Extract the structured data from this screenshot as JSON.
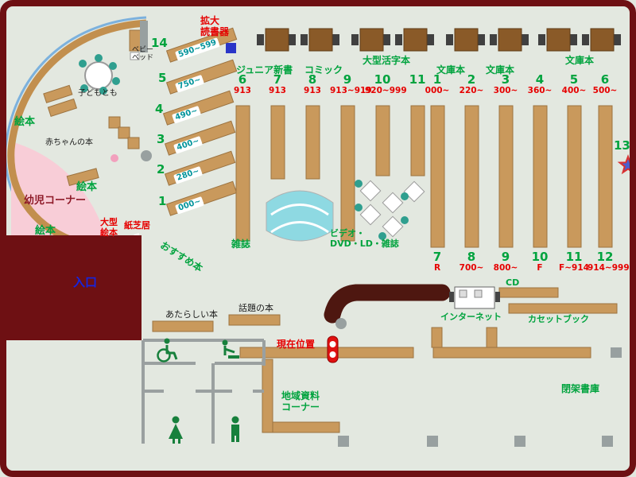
{
  "labels": {
    "magnifier_reader": "拡大\n読書器",
    "junior_shinsho": "ジュニア新書",
    "comic": "コミック",
    "large_print": "大型活字本",
    "bunko": [
      "文庫本",
      "文庫本",
      "文庫本"
    ],
    "ehon": [
      "絵本",
      "絵本",
      "絵本"
    ],
    "baby_bed": "ベビー\nベッド",
    "kodomo_tomo": "子どもとも",
    "akachan_hon": "赤ちゃんの本",
    "yoji_corner": "幼児コーナー",
    "ogata_ehon": "大型\n絵本",
    "kamishibai": "紙芝居",
    "osusume_hon": "おすすめ本",
    "zasshi": "雑誌",
    "video_dvd": "ビデオ・\nDVD・LD・雑誌",
    "entrance": "入口",
    "atarashii_hon": "あたらしい本",
    "wadai_hon": "話題の本",
    "genzai_ichi": "現在位置",
    "chiiki_shiryo": "地域資料\nコーナー",
    "internet": "インターネット",
    "cd": "CD",
    "cassette_book": "カセットブック",
    "heika_shoko": "閉架書庫",
    "thirteen": "13"
  },
  "shelves": {
    "diagonal": [
      {
        "no": "14",
        "range": "590~599"
      },
      {
        "no": "5",
        "range": "750~"
      },
      {
        "no": "4",
        "range": "490~"
      },
      {
        "no": "3",
        "range": "400~"
      },
      {
        "no": "2",
        "range": "280~"
      },
      {
        "no": "1",
        "range": "000~"
      }
    ],
    "left_top": [
      {
        "no": "6",
        "range": "913"
      },
      {
        "no": "7",
        "range": "913"
      },
      {
        "no": "8",
        "range": "913"
      },
      {
        "no": "9",
        "range": "913~919"
      },
      {
        "no": "10",
        "range": "920~999"
      },
      {
        "no": "11",
        "range": ""
      }
    ],
    "right_top": [
      {
        "no": "1",
        "range": "000~"
      },
      {
        "no": "2",
        "range": "220~"
      },
      {
        "no": "3",
        "range": "300~"
      },
      {
        "no": "4",
        "range": "360~"
      },
      {
        "no": "5",
        "range": "400~"
      },
      {
        "no": "6",
        "range": "500~"
      }
    ],
    "right_bottom": [
      {
        "no": "7",
        "range": "R"
      },
      {
        "no": "8",
        "range": "700~"
      },
      {
        "no": "9",
        "range": "800~"
      },
      {
        "no": "10",
        "range": "F"
      },
      {
        "no": "11",
        "range": "F~914"
      },
      {
        "no": "12",
        "range": "914~999"
      }
    ]
  },
  "colors": {
    "wall_maroon": "#6e1013",
    "shelf_tan": "#c9995c",
    "accent_green": "#00a33e",
    "accent_red": "#e60000",
    "infant_area_pink": "#f8cdd7",
    "bench_cyan": "#8ed9e2",
    "entrance_blue": "#1525e0"
  }
}
